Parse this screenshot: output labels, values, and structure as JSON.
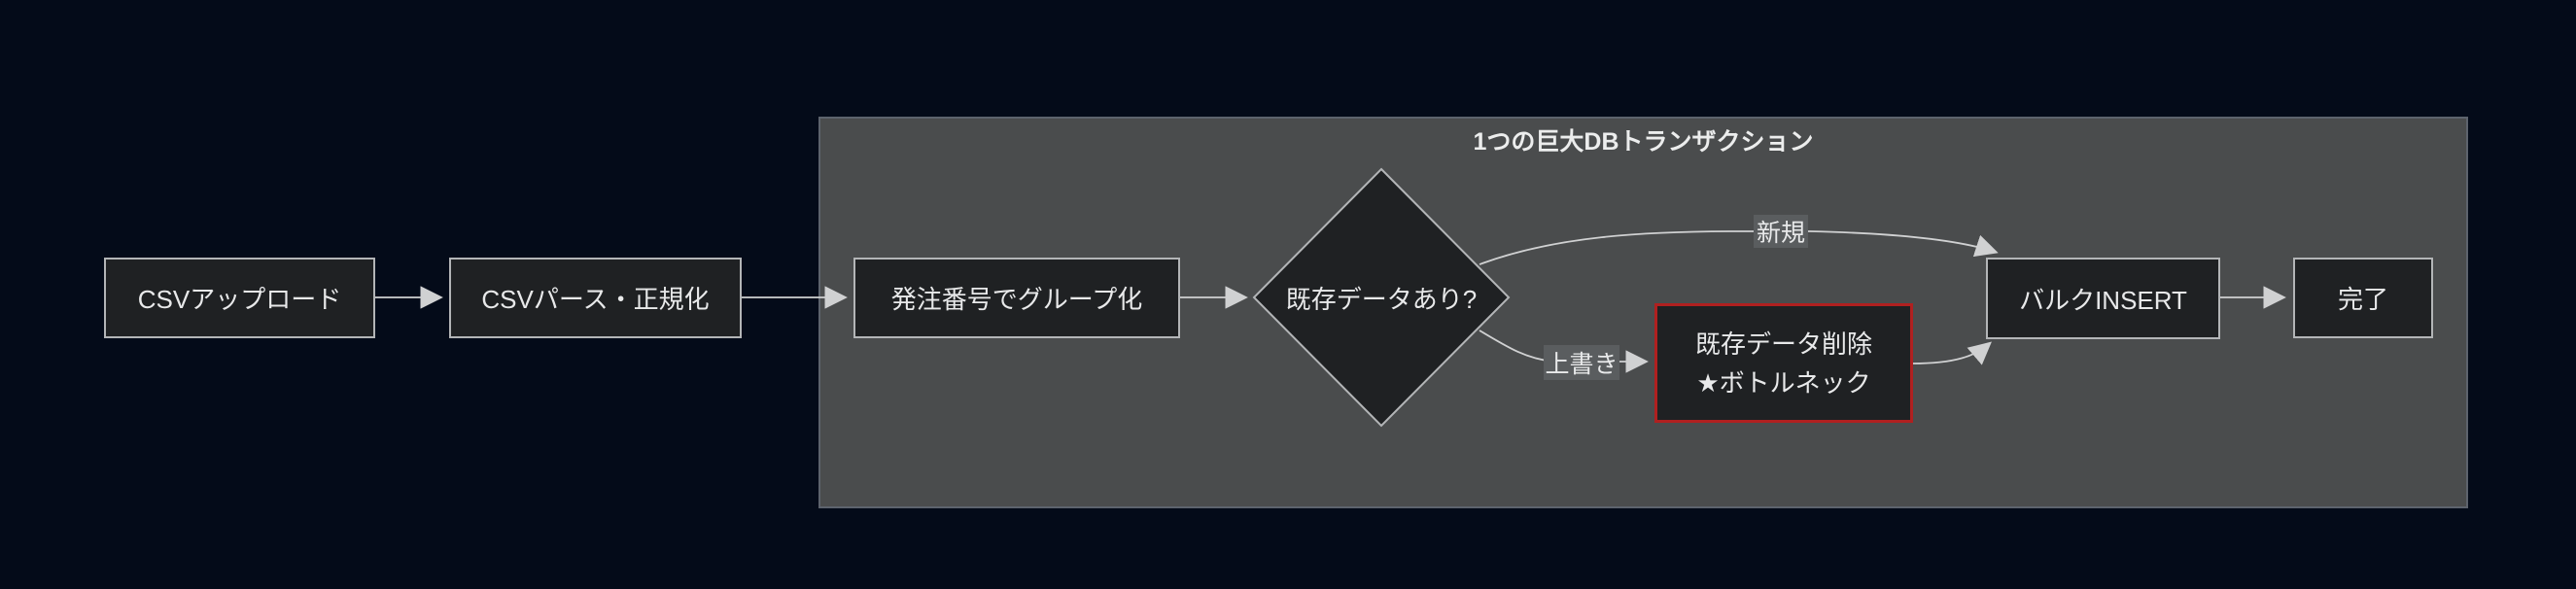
{
  "diagram": {
    "cluster_title": "1つの巨大DBトランザクション",
    "nodes": {
      "upload": "CSVアップロード",
      "parse": "CSVパース・正規化",
      "group_by": "発注番号でグループ化",
      "decision": "既存データあり?",
      "delete_line1": "既存データ削除",
      "delete_line2": "★ボトルネック",
      "bulk_insert": "バルクINSERT",
      "done": "完了"
    },
    "edge_labels": {
      "new": "新規",
      "overwrite": "上書き"
    },
    "colors": {
      "page_background": "#040b19",
      "cluster_fill": "#4a4c4d",
      "cluster_border": "#5d636d",
      "node_fill": "#1f2123",
      "node_border": "#b3b5b7",
      "bottleneck_border": "#b02020",
      "edge": "#d0d1d2",
      "edge_label_background": "#5a5d5f",
      "text": "#e8e9ea"
    }
  }
}
